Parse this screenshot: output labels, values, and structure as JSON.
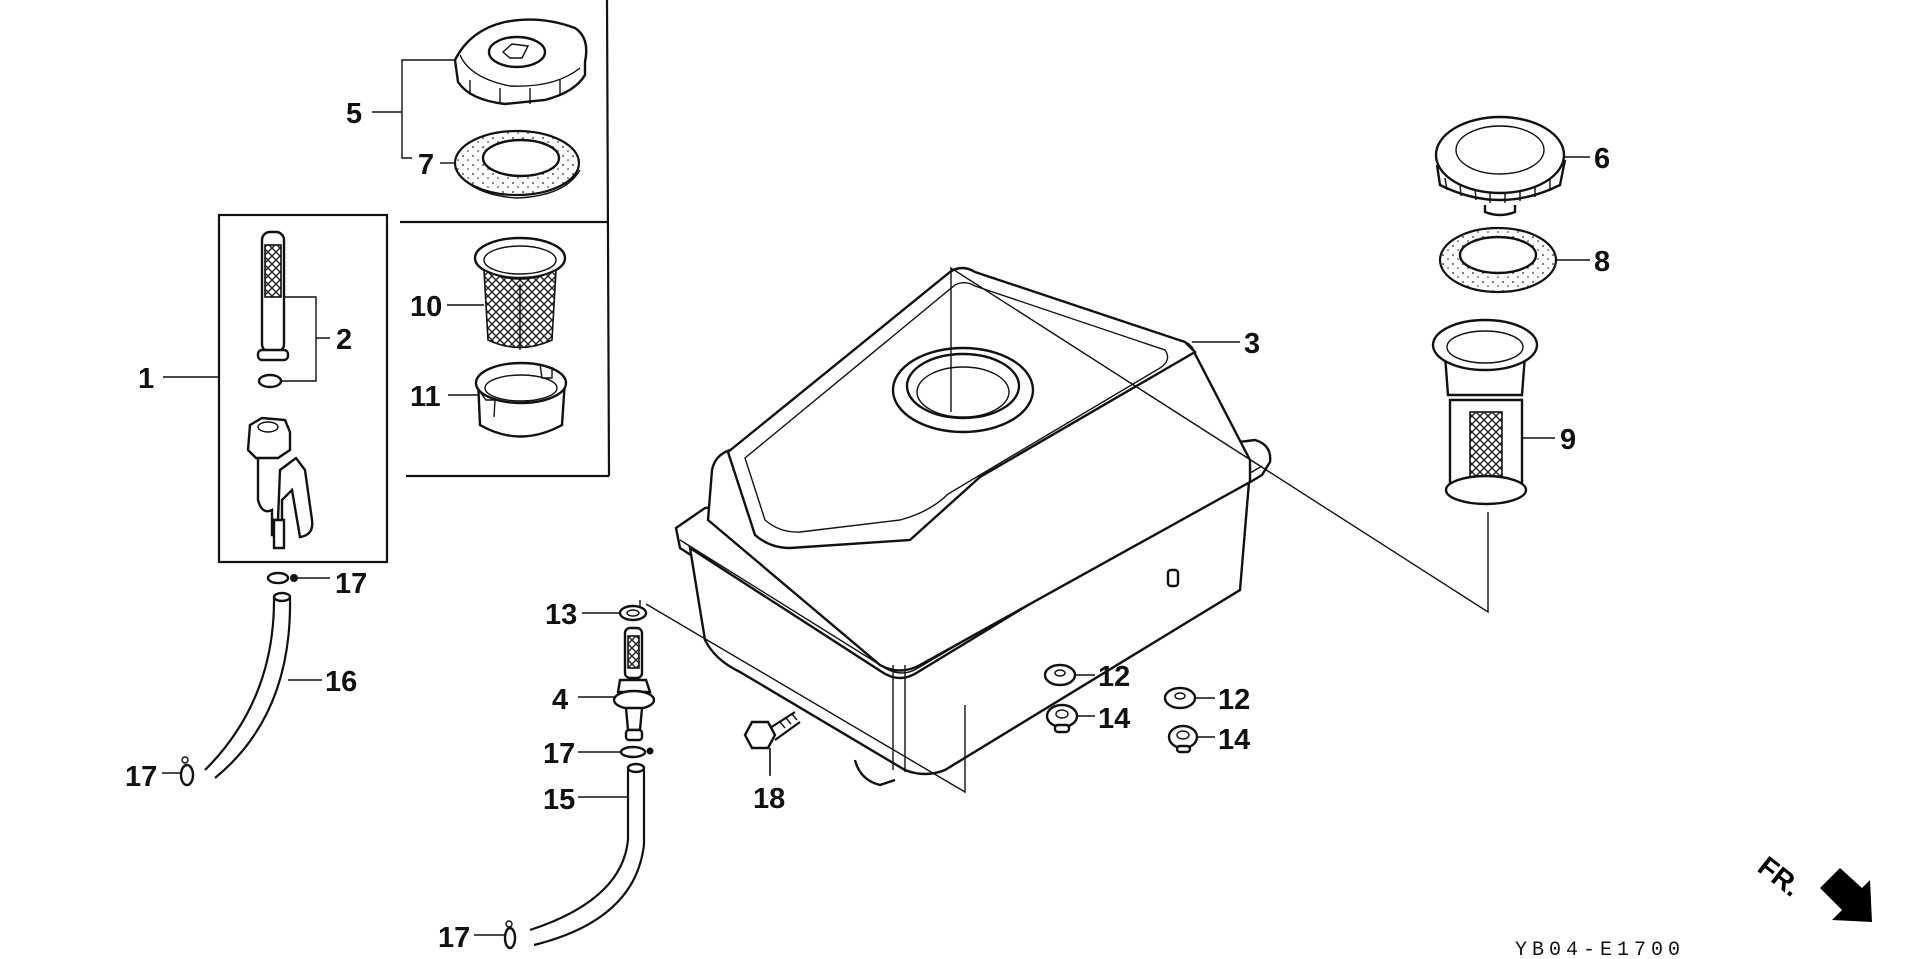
{
  "diagram": {
    "title": "Fuel Tank",
    "drawing_code": "YB04-E1700",
    "direction_indicator": "FR.",
    "parts": [
      {
        "ref": "1",
        "name": "fuel-cock-assembly"
      },
      {
        "ref": "2",
        "name": "fuel-strainer-set"
      },
      {
        "ref": "3",
        "name": "fuel-tank"
      },
      {
        "ref": "4",
        "name": "fuel-joint"
      },
      {
        "ref": "5",
        "name": "fuel-filler-cap-assembly"
      },
      {
        "ref": "6",
        "name": "fuel-filler-cap"
      },
      {
        "ref": "7",
        "name": "cap-packing"
      },
      {
        "ref": "8",
        "name": "cap-packing"
      },
      {
        "ref": "9",
        "name": "fuel-strainer-cup"
      },
      {
        "ref": "10",
        "name": "fuel-filter-screen"
      },
      {
        "ref": "11",
        "name": "filter-holder"
      },
      {
        "ref": "12",
        "name": "tank-mount-cushion"
      },
      {
        "ref": "13",
        "name": "joint-washer"
      },
      {
        "ref": "14",
        "name": "tank-mount-rubber"
      },
      {
        "ref": "15",
        "name": "fuel-tube"
      },
      {
        "ref": "16",
        "name": "fuel-tube"
      },
      {
        "ref": "17",
        "name": "tube-clip"
      },
      {
        "ref": "18",
        "name": "flange-bolt"
      }
    ],
    "callouts": {
      "c1": "1",
      "c2": "2",
      "c3": "3",
      "c4": "4",
      "c5": "5",
      "c6": "6",
      "c7": "7",
      "c8": "8",
      "c9": "9",
      "c10": "10",
      "c11": "11",
      "c12a": "12",
      "c12b": "12",
      "c13": "13",
      "c14a": "14",
      "c14b": "14",
      "c15": "15",
      "c16": "16",
      "c17a": "17",
      "c17b": "17",
      "c17c": "17",
      "c17d": "17",
      "c18": "18"
    }
  }
}
